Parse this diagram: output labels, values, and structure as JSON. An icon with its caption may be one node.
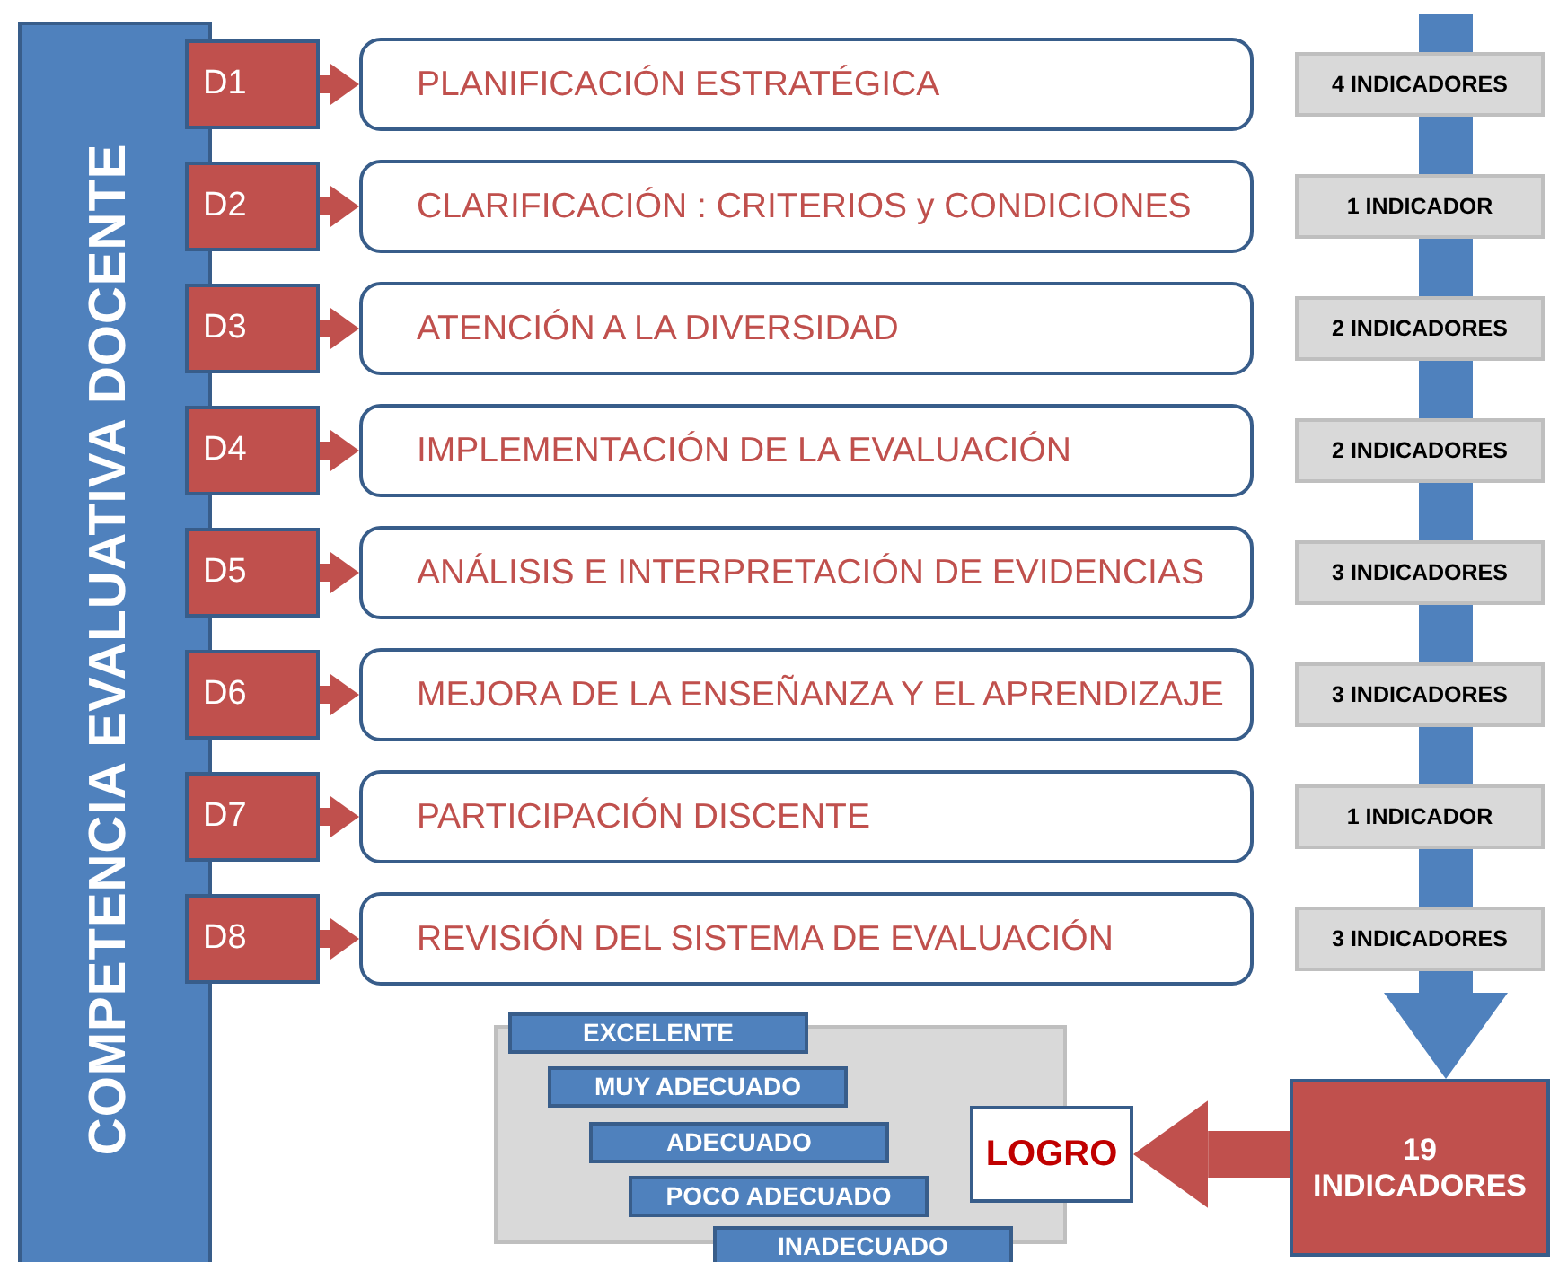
{
  "diagram": {
    "nodes": [
      {
        "text": [
          "COMPETENCIA EVALUATIVA DOCENTE"
        ]
      },
      {
        "text": [
          "D1"
        ]
      },
      {
        "text": [
          "PLANIFICACIÓN ESTRATÉGICA"
        ]
      },
      {
        "text": [
          "4 INDICADORES"
        ]
      },
      {
        "text": [
          "D2"
        ]
      },
      {
        "text": [
          "CLARIFICACIÓN : CRITERIOS y CONDICIONES"
        ]
      },
      {
        "text": [
          "1 INDICADOR"
        ]
      },
      {
        "text": [
          "D3"
        ]
      },
      {
        "text": [
          "ATENCIÓN A LA DIVERSIDAD"
        ]
      },
      {
        "text": [
          "2 INDICADORES"
        ]
      },
      {
        "text": [
          "D4"
        ]
      },
      {
        "text": [
          "IMPLEMENTACIÓN DE LA EVALUACIÓN"
        ]
      },
      {
        "text": [
          "2 INDICADORES"
        ]
      },
      {
        "text": [
          "D5"
        ]
      },
      {
        "text": [
          "ANÁLISIS E INTERPRETACIÓN DE EVIDENCIAS"
        ]
      },
      {
        "text": [
          "3 INDICADORES"
        ]
      },
      {
        "text": [
          "D6"
        ]
      },
      {
        "text": [
          "MEJORA DE LA ENSEÑANZA Y EL APRENDIZAJE"
        ]
      },
      {
        "text": [
          "3 INDICADORES"
        ]
      },
      {
        "text": [
          "D7"
        ]
      },
      {
        "text": [
          "PARTICIPACIÓN DISCENTE"
        ]
      },
      {
        "text": [
          "1 INDICADOR"
        ]
      },
      {
        "text": [
          "D8"
        ]
      },
      {
        "text": [
          "REVISIÓN DEL SISTEMA DE EVALUACIÓN"
        ]
      },
      {
        "text": [
          "3 INDICADORES"
        ]
      },
      {
        "text": [
          "EXCELENTE"
        ]
      },
      {
        "text": [
          "MUY ADECUADO"
        ]
      },
      {
        "text": [
          "ADECUADO"
        ]
      },
      {
        "text": [
          "POCO ADECUADO"
        ]
      },
      {
        "text": [
          "INADECUADO"
        ]
      },
      {
        "text": [
          "LOGRO"
        ]
      },
      {
        "text": [
          "19 INDICADORES"
        ]
      }
    ],
    "edges": [
      {
        "from": 1,
        "to": 2,
        "arrow": "to"
      },
      {
        "from": 4,
        "to": 5,
        "arrow": "to"
      },
      {
        "from": 7,
        "to": 8,
        "arrow": "to"
      },
      {
        "from": 10,
        "to": 11,
        "arrow": "to"
      },
      {
        "from": 13,
        "to": 14,
        "arrow": "to"
      },
      {
        "from": 16,
        "to": 17,
        "arrow": "to"
      },
      {
        "from": 19,
        "to": 20,
        "arrow": "to"
      },
      {
        "from": 22,
        "to": 23,
        "arrow": "to"
      },
      {
        "from": 3,
        "to": 6,
        "arrow": "none",
        "color": "#4f81bd"
      },
      {
        "from": 6,
        "to": 9,
        "arrow": "none",
        "color": "#4f81bd"
      },
      {
        "from": 9,
        "to": 12,
        "arrow": "none",
        "color": "#4f81bd"
      },
      {
        "from": 12,
        "to": 15,
        "arrow": "none",
        "color": "#4f81bd"
      },
      {
        "from": 15,
        "to": 18,
        "arrow": "none",
        "color": "#4f81bd"
      },
      {
        "from": 18,
        "to": 21,
        "arrow": "none",
        "color": "#4f81bd"
      },
      {
        "from": 21,
        "to": 24,
        "arrow": "none",
        "color": "#4f81bd"
      },
      {
        "from": 24,
        "to": 31,
        "arrow": "to",
        "color": "#4f81bd"
      },
      {
        "from": 31,
        "to": 30,
        "arrow": "to"
      }
    ]
  }
}
